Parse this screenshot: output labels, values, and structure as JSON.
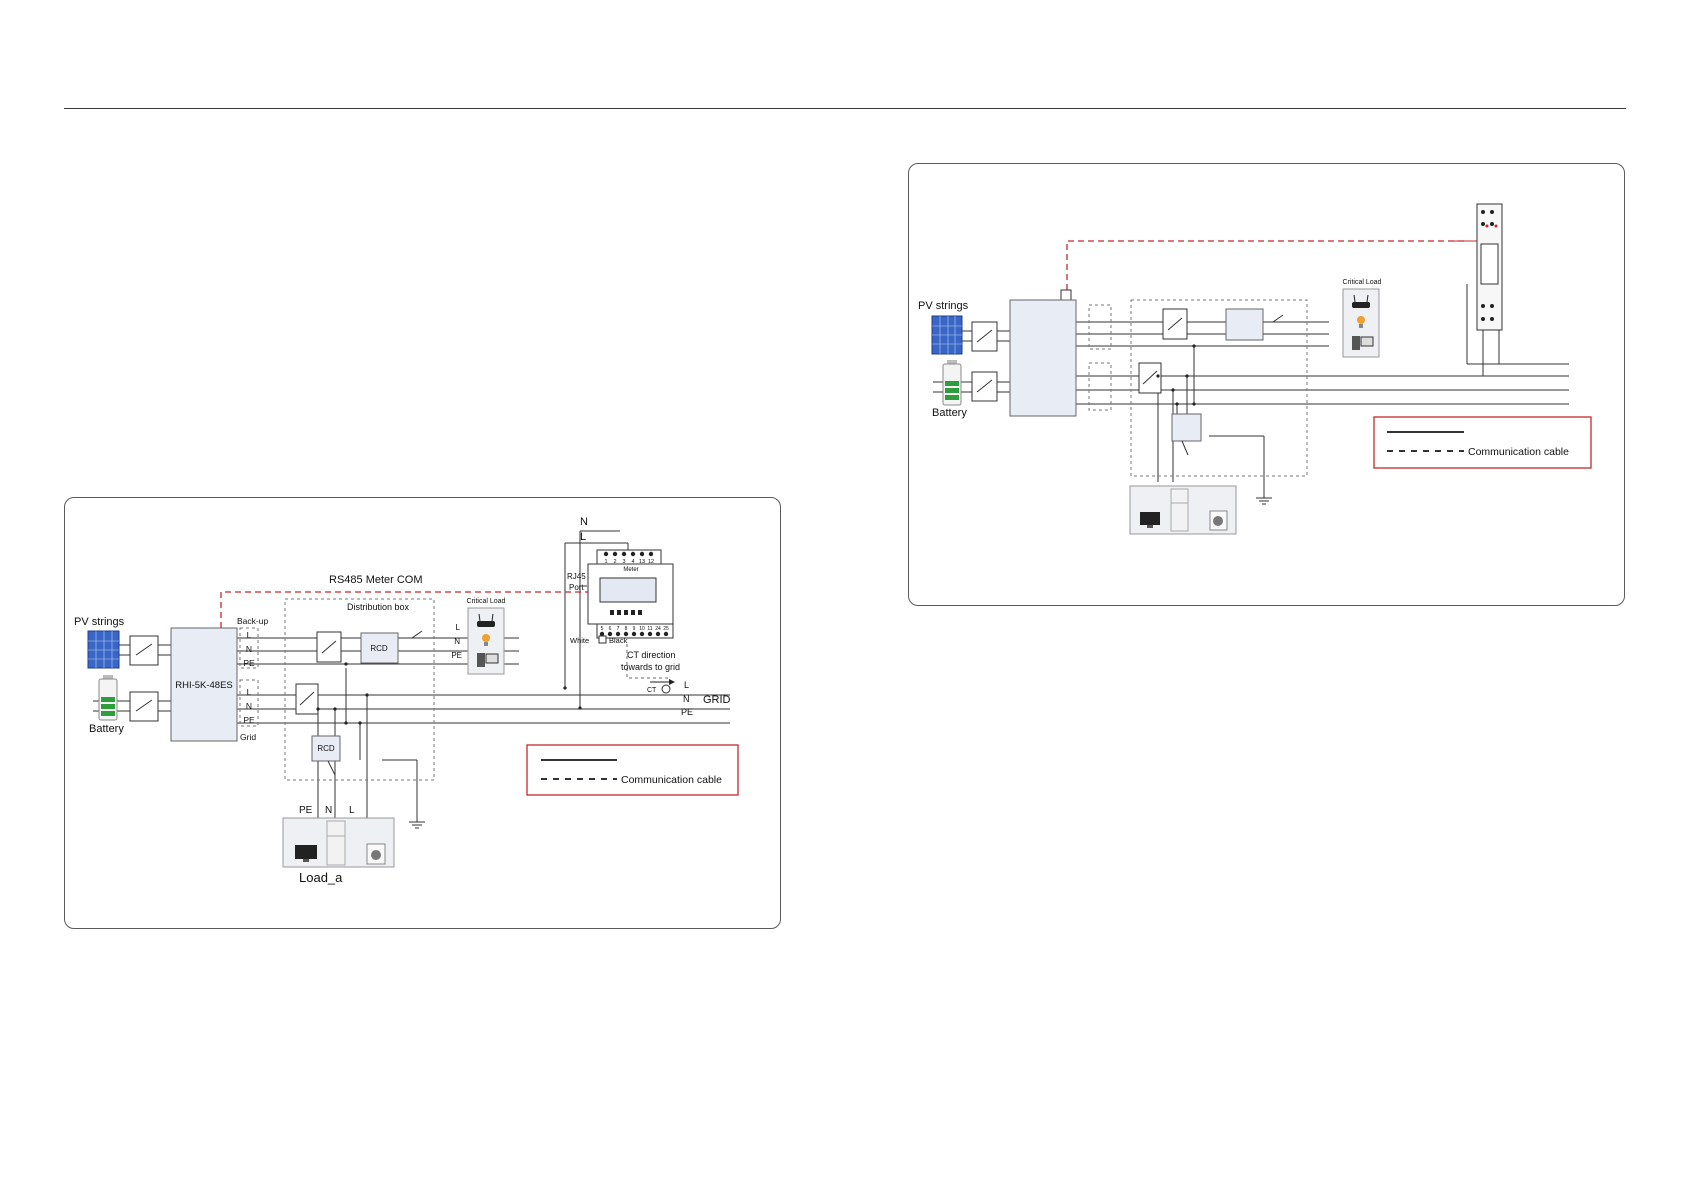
{
  "colors": {
    "rule": "#3c3c3c",
    "power_line": "#333333",
    "comm_line": "#c62828",
    "legend_border": "#c62828",
    "device_fill": "#e8ecf5",
    "pv_panel": "#3a66c8",
    "battery_fill": "#2e9d3c"
  },
  "icons": [
    "solar-panel-icon",
    "battery-icon",
    "switch-icon",
    "meter-icon",
    "router-icon",
    "bulb-icon",
    "computer-icon",
    "tv-icon",
    "fridge-icon",
    "washing-machine-icon",
    "ground-icon"
  ],
  "left_diagram": {
    "pv_label": "PV strings",
    "battery_label": "Battery",
    "inverter_label": "RHI-5K-48ES",
    "backup_label": "Back-up",
    "grid_port_label": "Grid",
    "port_L": "L",
    "port_N": "N",
    "port_PE": "PE",
    "rs485_label": "RS485   Meter COM",
    "distribution_box_label": "Distribution box",
    "rcd_label": "RCD",
    "critical_load_label": "Critical Load",
    "meter_label": "Meter",
    "meter_terminals_top": [
      "1",
      "2",
      "3",
      "4",
      "13",
      "12"
    ],
    "meter_terminals_bottom": [
      "5",
      "6",
      "7",
      "8",
      "9",
      "10",
      "11",
      "24",
      "25"
    ],
    "rj45_label": "RJ45\nPort",
    "white_label": "White",
    "black_label": "Black",
    "ct_direction_label": "CT direction\ntowards to grid",
    "ct_label": "CT",
    "top_N": "N",
    "top_L": "L",
    "grid_L": "L",
    "grid_N": "N",
    "grid_PE": "PE",
    "grid_label": "GRID",
    "load_PE": "PE",
    "load_N": "N",
    "load_L": "L",
    "load_label": "Load_a",
    "legend_comm_label": "Communication cable"
  },
  "right_diagram": {
    "pv_label": "PV strings",
    "battery_label": "Battery",
    "critical_load_label": "Critical Load",
    "legend_comm_label": "Communication cable"
  }
}
